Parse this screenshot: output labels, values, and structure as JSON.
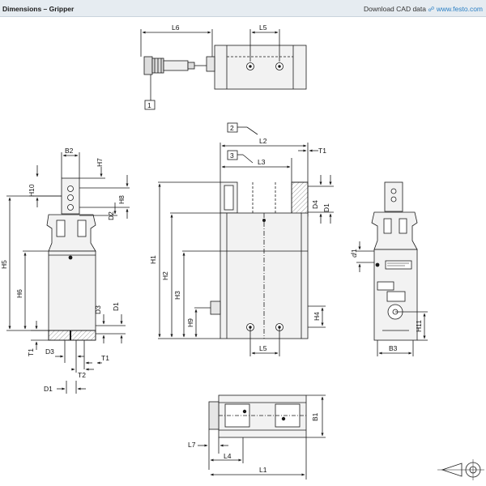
{
  "header": {
    "title": "Dimensions – Gripper",
    "download_label": "Download CAD data",
    "download_link_text": "www.festo.com",
    "chain_icon": "link-icon"
  },
  "labels": {
    "l6": "L6",
    "l5_top": "L5",
    "callout_1": "1",
    "callout_2": "2",
    "callout_3": "3",
    "l2": "L2",
    "l3": "L3",
    "t1_top": "T1",
    "b2": "B2",
    "h7": "H7",
    "h10": "H10",
    "h8": "H8",
    "d2": "D2",
    "h5": "H5",
    "h6": "H6",
    "d3_side": "D3",
    "d1_side": "D1",
    "t1_left": "T1",
    "d3_bottom": "D3",
    "t1_bottom": "T1",
    "t2": "T2",
    "d1_bottom": "D1",
    "h1": "H1",
    "h2": "H2",
    "h3": "H3",
    "h9": "H9",
    "h4": "H4",
    "l5_front": "L5",
    "d4": "D4",
    "d1_front": "D1",
    "a1": "ⅆ1",
    "h11": "H11",
    "b3": "B3",
    "b1": "B1",
    "l7": "L7",
    "l4": "L4",
    "l1": "L1"
  },
  "colors": {
    "line": "#1a1a1a",
    "fill_body": "#f2f2f2",
    "fill_hatch": "#bfbfbf",
    "header_bg": "#e6ecf1",
    "link": "#2a7fc4"
  }
}
